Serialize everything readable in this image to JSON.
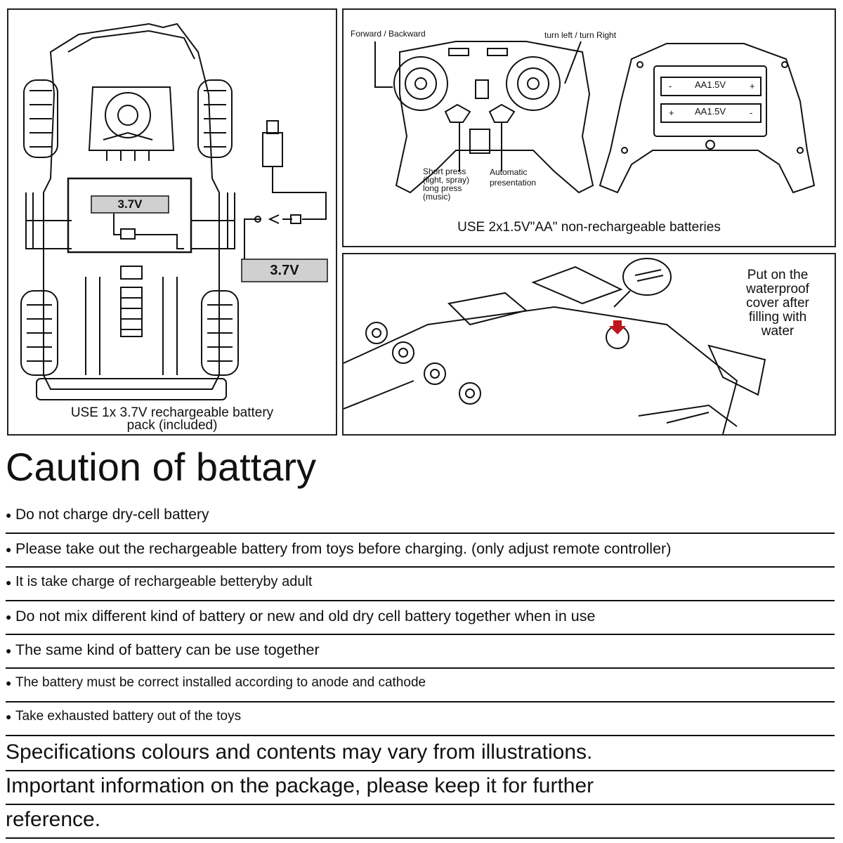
{
  "panel_car": {
    "battery_label_main": "3.7V",
    "battery_label_pack": "3.7V",
    "caption_line1": "USE 1x 3.7V rechargeable battery",
    "caption_line2": "pack (included)"
  },
  "panel_remote": {
    "label_forward": "Forward / Backward",
    "label_turn": "turn left / turn Right",
    "label_short_press": "Short press\n(light, spray)\nlong press\n(music)",
    "label_auto": "Automatic\npresentation",
    "battery_1": "AA1.5V",
    "battery_2": "AA1.5V",
    "caption": "USE 2x1.5V\"AA\" non-rechargeable batteries"
  },
  "panel_water": {
    "note": "Put on the\nwaterproof\ncover after\nfilling with\nwater"
  },
  "caution": {
    "title": "Caution of battary",
    "bullet": "●",
    "items": [
      "Do not charge dry-cell battery",
      "Please take out the rechargeable battery from toys before charging. (only adjust remote controller)",
      "It is take charge of rechargeable betteryby adult",
      "Do not mix different kind of battery or new and old dry cell battery together when in use",
      "The same kind of battery can be use together",
      "The battery must be correct installed according to anode and cathode",
      "Take exhausted battery out of the toys"
    ]
  },
  "footer": {
    "line1": "Specifications colours and contents may vary from illustrations.",
    "line2": "Important information on the package, please keep it for further",
    "line3": "reference."
  }
}
